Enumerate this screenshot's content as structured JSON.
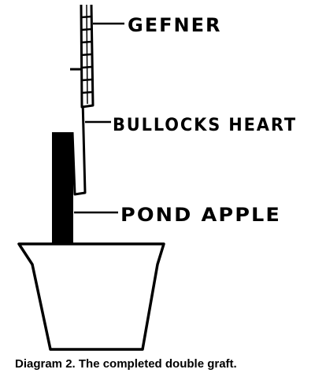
{
  "labels": {
    "top_scion": "GEFNER",
    "interstock": "BULLOCKS HEART",
    "rootstock": "POND APPLE"
  },
  "caption": "Diagram 2. The completed double graft.",
  "colors": {
    "ink": "#000000",
    "background": "#ffffff"
  }
}
